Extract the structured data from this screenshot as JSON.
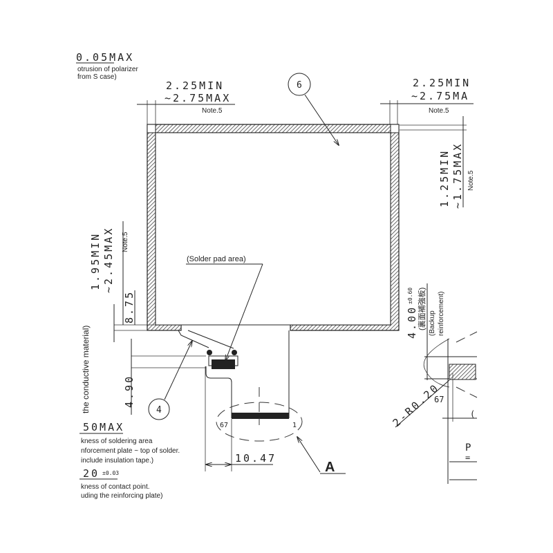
{
  "top_left_notes": {
    "partial_value": "0.05MAX",
    "line1": "otrusion of polarizer",
    "line2": "from S case)"
  },
  "dim_top_left": {
    "min": "2.25MIN",
    "max": "~2.75MAX",
    "note": "Note.5"
  },
  "dim_top_right": {
    "min": "2.25MIN",
    "max": "~2.75MA",
    "note": "Note.5"
  },
  "dim_right_vertical": {
    "min": "1.25MIN",
    "max": "~1.75MAX",
    "note": "Note.5"
  },
  "dim_left_vertical": {
    "min": "1.95MIN",
    "max": "~2.45MAX",
    "note": "Note.5"
  },
  "dim_8_75": "8.75",
  "dim_4_90": "4.90",
  "dim_10_47": "10.47",
  "conductive_label": "the conductive material)",
  "solder_pad_label": "(Solder pad area)",
  "balloon_6": "6",
  "balloon_4": "4",
  "pin_left": "67",
  "pin_right": "1",
  "detail_label": "A",
  "bottom_notes": {
    "value1": "50MAX",
    "desc1_line1": "kness of soldering area",
    "desc1_line2": "nforcement plate ~ top of solder.",
    "desc1_line3": "include insulation tape.)",
    "value2": "20",
    "value2_tol": "±0.03",
    "desc2_line1": "kness of contact point.",
    "desc2_line2": "uding the reinforcing plate)"
  },
  "detail_right": {
    "dim_value": "4.00",
    "dim_tol": "±0.60",
    "jp_label": "(裏面補強板)",
    "backup_line1": "(Backup",
    "backup_line2": "reinforcement)",
    "radius": "2-R0.20",
    "pin": "67",
    "p_label": "P",
    "eq_label": "=",
    "paren": "("
  }
}
